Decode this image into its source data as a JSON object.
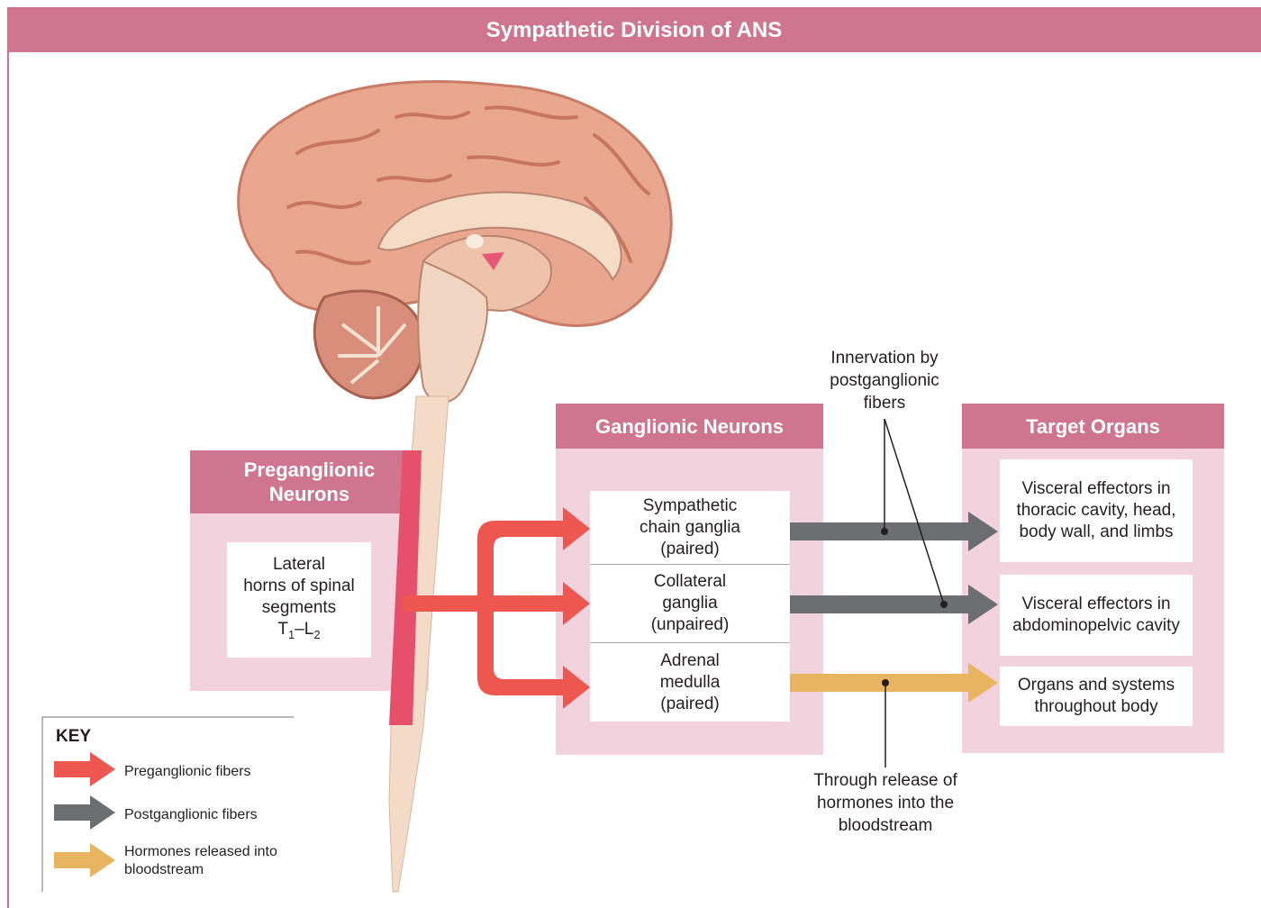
{
  "title": "Sympathetic Division of ANS",
  "panels": {
    "preganglionic": {
      "heading": "Preganglionic Neurons",
      "box": {
        "line1": "Lateral",
        "line2": "horns of spinal",
        "line3": "segments",
        "seg_start": "T",
        "seg_start_sub": "1",
        "seg_dash": "–",
        "seg_end": "L",
        "seg_end_sub": "2"
      }
    },
    "ganglionic": {
      "heading": "Ganglionic Neurons",
      "boxes": [
        {
          "text": "Sympathetic chain ganglia (paired)"
        },
        {
          "text": "Collateral ganglia (unpaired)"
        },
        {
          "text": "Adrenal medulla (paired)"
        }
      ]
    },
    "target": {
      "heading": "Target Organs",
      "boxes": [
        {
          "text": "Visceral effectors in thoracic cavity, head, body wall, and limbs"
        },
        {
          "text": "Visceral effectors in abdominopelvic cavity"
        },
        {
          "text": "Organs and systems throughout body"
        }
      ]
    }
  },
  "callouts": {
    "innervation": "Innervation by postganglionic fibers",
    "hormones": "Through release of hormones into the bloodstream"
  },
  "key": {
    "title": "KEY",
    "items": [
      {
        "label": "Preganglionic fibers",
        "color": "#ee5750"
      },
      {
        "label": "Postganglionic fibers",
        "color": "#6d6e71"
      },
      {
        "label": "Hormones released into bloodstream",
        "color": "#e8b460"
      }
    ]
  },
  "colors": {
    "header": "#cf7590",
    "panel": "#f2d3dd",
    "preganglionic": "#ee5750",
    "postganglionic": "#6d6e71",
    "hormone": "#e8b460"
  }
}
